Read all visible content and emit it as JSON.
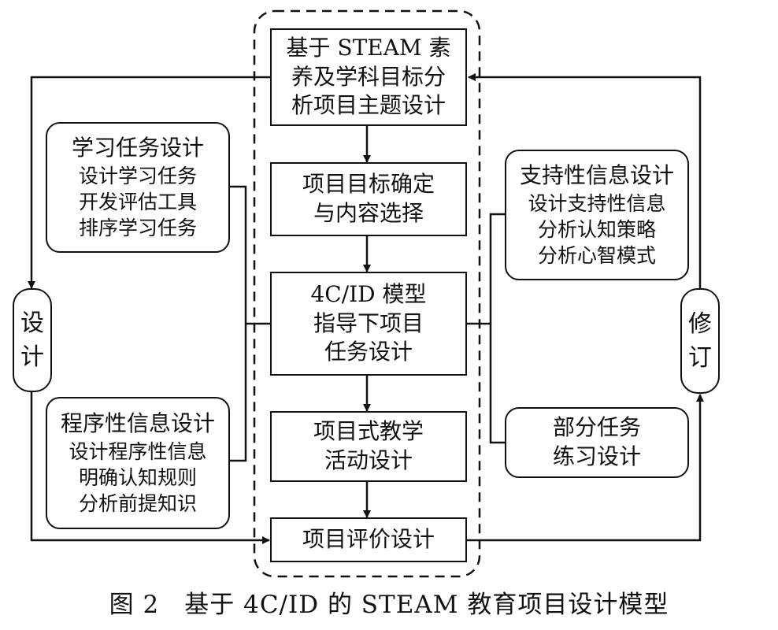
{
  "center": {
    "b1": [
      "基于 STEAM 素",
      "养及学科目标分",
      "析项目主题设计"
    ],
    "b2": [
      "项目目标确定",
      "与内容选择"
    ],
    "b3": [
      "4C/ID 模型",
      "指导下项目",
      "任务设计"
    ],
    "b4": [
      "项目式教学",
      "活动设计"
    ],
    "b5": [
      "项目评价设计"
    ]
  },
  "left": {
    "task": {
      "title": "学习任务设计",
      "items": [
        "设计学习任务",
        "开发评估工具",
        "排序学习任务"
      ]
    },
    "proc": {
      "title": "程序性信息设计",
      "items": [
        "设计程序性信息",
        "明确认知规则",
        "分析前提知识"
      ]
    },
    "design": [
      "设",
      "计"
    ]
  },
  "right": {
    "support": {
      "title": "支持性信息设计",
      "items": [
        "设计支持性信息",
        "分析认知策略",
        "分析心智模式"
      ]
    },
    "part": [
      "部分任务",
      "练习设计"
    ],
    "revise": [
      "修",
      "订"
    ]
  },
  "caption": "图 2　基于 4C/ID 的 STEAM 教育项目设计模型"
}
